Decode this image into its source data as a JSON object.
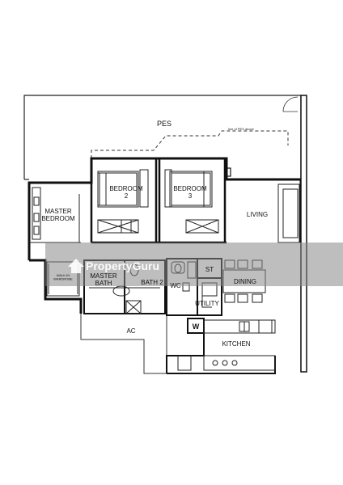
{
  "rooms": {
    "pes": "PES",
    "bedroom2": "BEDROOM\n2",
    "bedroom3": "BEDROOM\n3",
    "master_bedroom": "MASTER\nBEDROOM",
    "living": "LIVING",
    "master_bath": "MASTER\nBATH",
    "bath2": "BATH 2",
    "wc": "WC",
    "st": "ST",
    "dining": "DINING",
    "utility": "UTILITY",
    "w": "W",
    "kitchen": "KITCHEN",
    "ac": "AC",
    "walk_in_wardrobe": "WALK-IN\nWARDROBE"
  },
  "pes_note": "line of PES above",
  "watermark": {
    "brand": "PropertyGuru"
  }
}
